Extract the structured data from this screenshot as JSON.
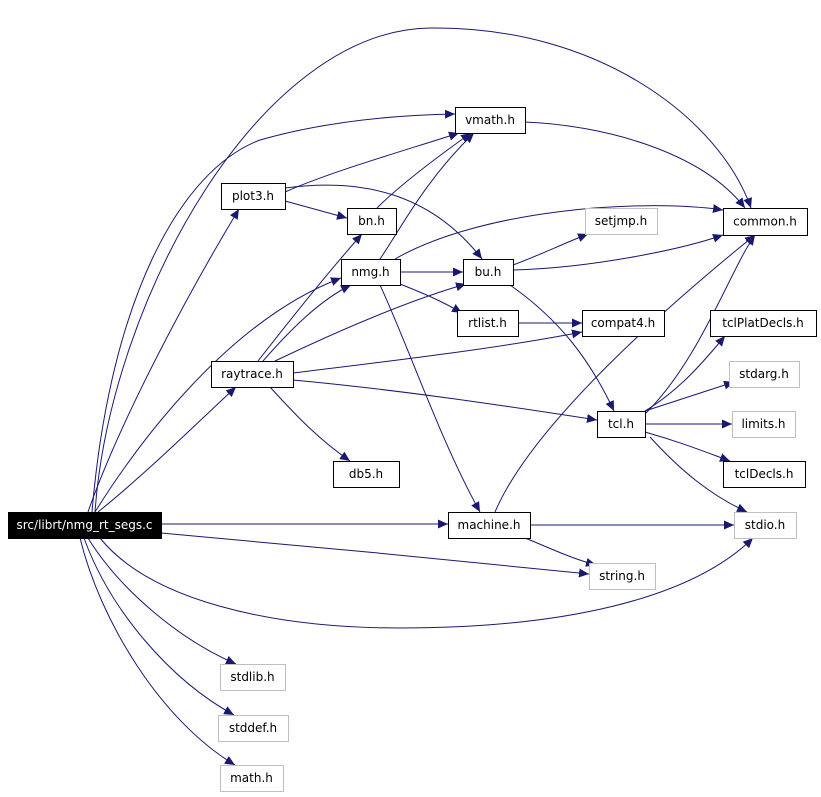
{
  "diagram": {
    "edge_color": "#191970",
    "root_fill": "#000000",
    "root_text_color": "#ffffff",
    "node_border_normal": "#000000",
    "node_border_external": "#bfbfbf",
    "nodes": [
      {
        "id": "root",
        "label": "src/librt/nmg_rt_segs.c",
        "kind": "root"
      },
      {
        "id": "vmath",
        "label": "vmath.h",
        "kind": "normal"
      },
      {
        "id": "plot3",
        "label": "plot3.h",
        "kind": "normal"
      },
      {
        "id": "bn",
        "label": "bn.h",
        "kind": "normal"
      },
      {
        "id": "setjmp",
        "label": "setjmp.h",
        "kind": "external"
      },
      {
        "id": "common",
        "label": "common.h",
        "kind": "normal"
      },
      {
        "id": "nmg",
        "label": "nmg.h",
        "kind": "normal"
      },
      {
        "id": "bu",
        "label": "bu.h",
        "kind": "normal"
      },
      {
        "id": "rtlist",
        "label": "rtlist.h",
        "kind": "normal"
      },
      {
        "id": "compat4",
        "label": "compat4.h",
        "kind": "normal"
      },
      {
        "id": "tclplatdecls",
        "label": "tclPlatDecls.h",
        "kind": "normal"
      },
      {
        "id": "raytrace",
        "label": "raytrace.h",
        "kind": "normal"
      },
      {
        "id": "stdarg",
        "label": "stdarg.h",
        "kind": "external"
      },
      {
        "id": "tcl",
        "label": "tcl.h",
        "kind": "normal"
      },
      {
        "id": "limits",
        "label": "limits.h",
        "kind": "external"
      },
      {
        "id": "db5",
        "label": "db5.h",
        "kind": "normal"
      },
      {
        "id": "tcldecls",
        "label": "tclDecls.h",
        "kind": "normal"
      },
      {
        "id": "machine",
        "label": "machine.h",
        "kind": "normal"
      },
      {
        "id": "stdio",
        "label": "stdio.h",
        "kind": "external"
      },
      {
        "id": "string",
        "label": "string.h",
        "kind": "external"
      },
      {
        "id": "stdlib",
        "label": "stdlib.h",
        "kind": "external"
      },
      {
        "id": "stddef",
        "label": "stddef.h",
        "kind": "external"
      },
      {
        "id": "math",
        "label": "math.h",
        "kind": "external"
      }
    ],
    "edges": [
      {
        "from": "root",
        "to": "common"
      },
      {
        "from": "root",
        "to": "vmath"
      },
      {
        "from": "root",
        "to": "plot3"
      },
      {
        "from": "root",
        "to": "nmg"
      },
      {
        "from": "root",
        "to": "raytrace"
      },
      {
        "from": "root",
        "to": "machine"
      },
      {
        "from": "root",
        "to": "string"
      },
      {
        "from": "root",
        "to": "stdio"
      },
      {
        "from": "root",
        "to": "stdlib"
      },
      {
        "from": "root",
        "to": "stddef"
      },
      {
        "from": "root",
        "to": "math"
      },
      {
        "from": "vmath",
        "to": "common"
      },
      {
        "from": "plot3",
        "to": "vmath"
      },
      {
        "from": "plot3",
        "to": "bn"
      },
      {
        "from": "plot3",
        "to": "bu"
      },
      {
        "from": "bn",
        "to": "vmath"
      },
      {
        "from": "nmg",
        "to": "vmath"
      },
      {
        "from": "nmg",
        "to": "common"
      },
      {
        "from": "nmg",
        "to": "bu"
      },
      {
        "from": "nmg",
        "to": "rtlist"
      },
      {
        "from": "nmg",
        "to": "machine"
      },
      {
        "from": "bu",
        "to": "setjmp"
      },
      {
        "from": "bu",
        "to": "common"
      },
      {
        "from": "bu",
        "to": "tcl"
      },
      {
        "from": "rtlist",
        "to": "compat4"
      },
      {
        "from": "raytrace",
        "to": "bn"
      },
      {
        "from": "raytrace",
        "to": "nmg"
      },
      {
        "from": "raytrace",
        "to": "bu"
      },
      {
        "from": "raytrace",
        "to": "compat4"
      },
      {
        "from": "raytrace",
        "to": "tcl"
      },
      {
        "from": "raytrace",
        "to": "db5"
      },
      {
        "from": "tcl",
        "to": "common"
      },
      {
        "from": "tcl",
        "to": "tclplatdecls"
      },
      {
        "from": "tcl",
        "to": "stdarg"
      },
      {
        "from": "tcl",
        "to": "limits"
      },
      {
        "from": "tcl",
        "to": "tcldecls"
      },
      {
        "from": "tcl",
        "to": "stdio"
      },
      {
        "from": "machine",
        "to": "common"
      },
      {
        "from": "machine",
        "to": "stdio"
      },
      {
        "from": "machine",
        "to": "string"
      }
    ]
  }
}
